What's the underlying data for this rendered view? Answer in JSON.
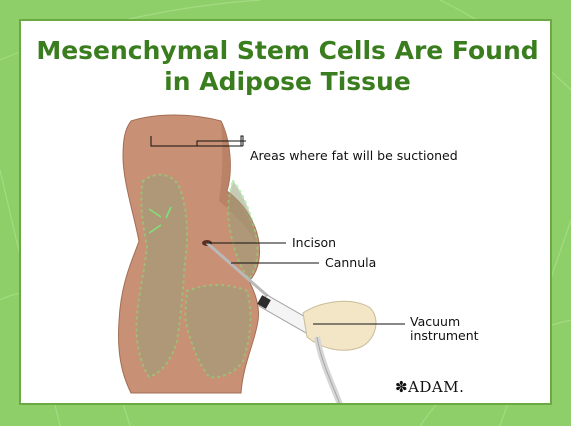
{
  "slide": {
    "title": "Mesenchymal Stem Cells Are Found in Adipose Tissue"
  },
  "figure": {
    "labels": {
      "areas": "Areas where fat will be suctioned",
      "incision": "Incison",
      "cannula": "Cannula",
      "vacuum_line1": "Vacuum",
      "vacuum_line2": "instrument"
    },
    "logo": "ADAM."
  },
  "colors": {
    "background": "#8fcf6a",
    "title": "#3a7d1e",
    "border": "#6aaa40",
    "skin": "#c89074",
    "dots": "#7fe07a"
  }
}
